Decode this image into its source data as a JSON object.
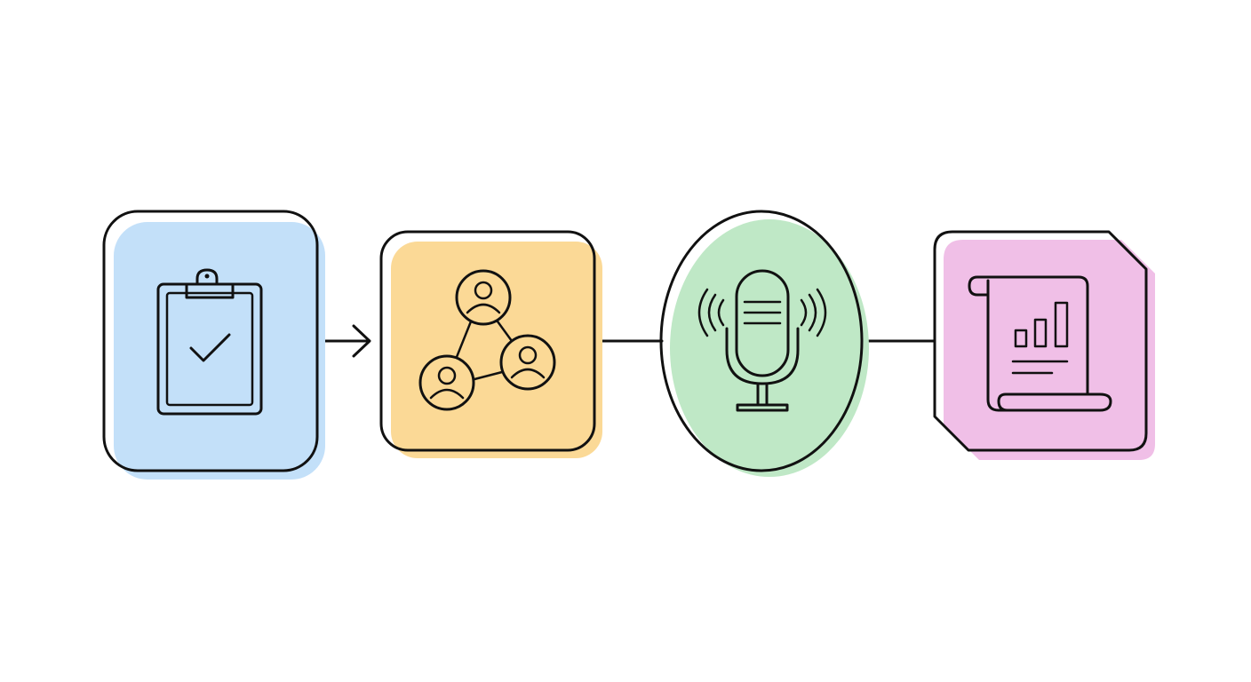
{
  "steps": [
    {
      "id": "checklist",
      "icon": "clipboard-check-icon",
      "shape": "rounded-square",
      "fill": "#c3e0f9"
    },
    {
      "id": "network",
      "icon": "people-network-icon",
      "shape": "rounded-square",
      "fill": "#fbd996"
    },
    {
      "id": "voice",
      "icon": "microphone-icon",
      "shape": "oval",
      "fill": "#bfe8c6"
    },
    {
      "id": "report",
      "icon": "report-scroll-icon",
      "shape": "cut-corner-square",
      "fill": "#f0bfe7"
    }
  ],
  "connectors": [
    {
      "from": "checklist",
      "to": "network",
      "style": "arrow"
    },
    {
      "from": "network",
      "to": "voice",
      "style": "line"
    },
    {
      "from": "voice",
      "to": "report",
      "style": "line"
    }
  ],
  "colors": {
    "outline": "#111111",
    "background": "#ffffff"
  }
}
